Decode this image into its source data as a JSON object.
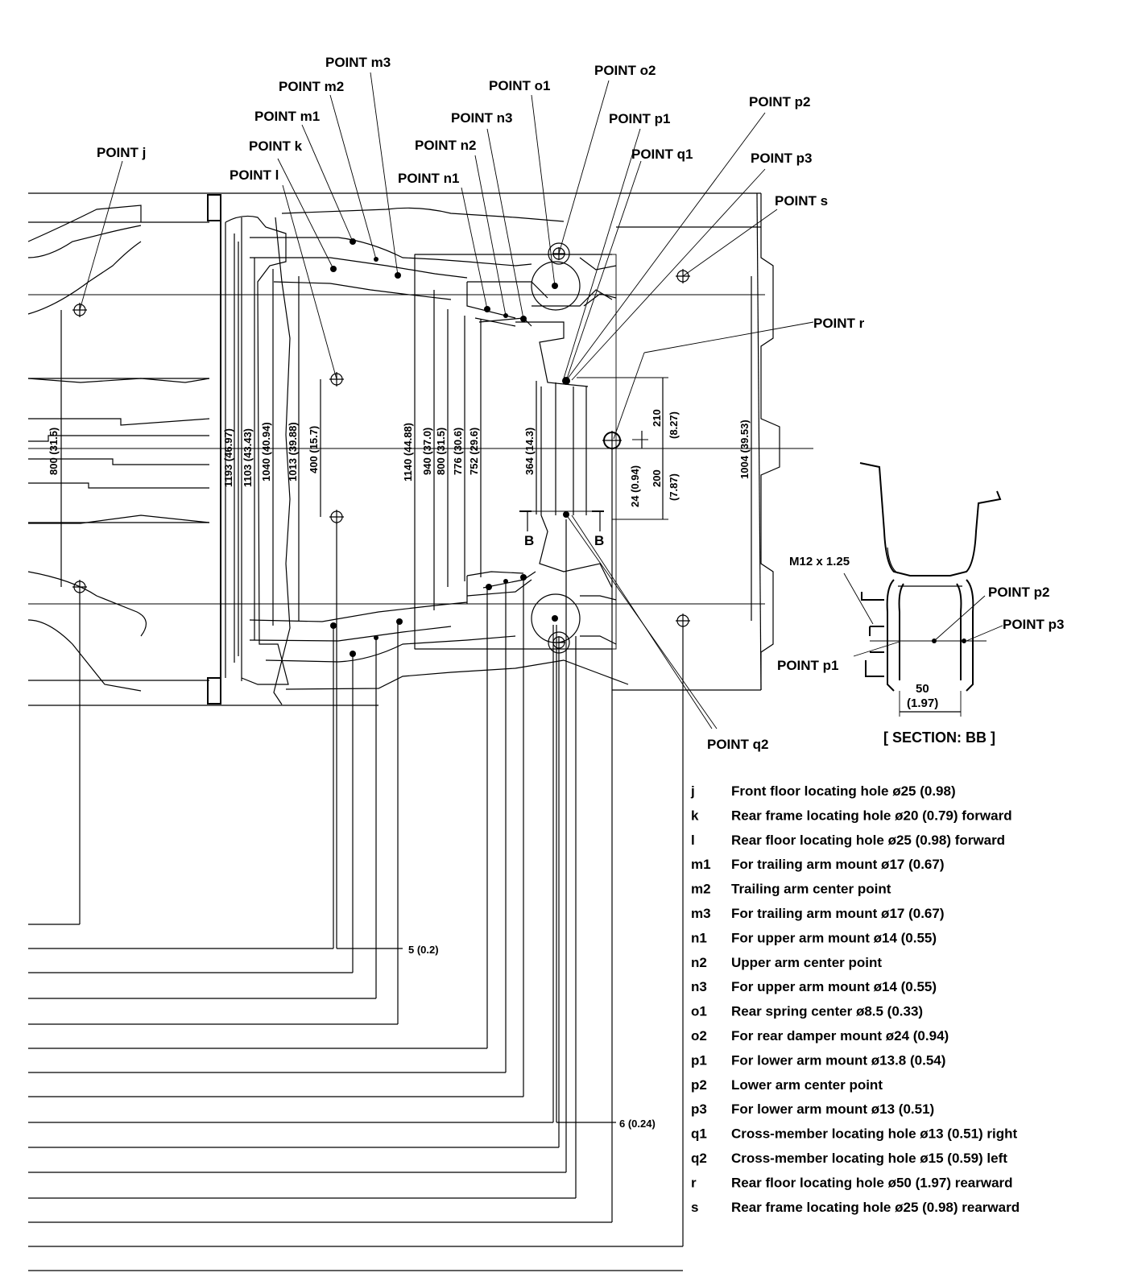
{
  "point_labels": {
    "j": "POINT j",
    "k": "POINT k",
    "l": "POINT l",
    "m1": "POINT m1",
    "m2": "POINT m2",
    "m3": "POINT m3",
    "n1": "POINT n1",
    "n2": "POINT n2",
    "n3": "POINT n3",
    "o1": "POINT o1",
    "o2": "POINT o2",
    "p1": "POINT p1",
    "p2": "POINT p2",
    "p3": "POINT p3",
    "q1": "POINT q1",
    "q2": "POINT q2",
    "r": "POINT r",
    "s": "POINT s"
  },
  "vertical_dimensions": {
    "d800_left": "800 (31.5)",
    "d1193": "1193 (46.97)",
    "d1103": "1103 (43.43)",
    "d1040": "1040 (40.94)",
    "d1013": "1013 (39.88)",
    "d400": "400 (15.7)",
    "d1140": "1140 (44.88)",
    "d940": "940 (37.0)",
    "d800": "800 (31.5)",
    "d776": "776 (30.6)",
    "d752": "752 (29.6)",
    "d364": "364 (14.3)",
    "d1004": "1004 (39.53)",
    "d210": "210",
    "d210b": "(8.27)",
    "d200": "200",
    "d200b": "(7.87)",
    "d24": "24 (0.94)"
  },
  "horizontal_dimensions": {
    "d5": "5 (0.2)",
    "d6": "6 (0.24)"
  },
  "section_marks": {
    "b_left": "B",
    "b_right": "B"
  },
  "section": {
    "thread": "M12 x 1.25",
    "p1": "POINT p1",
    "p2": "POINT p2",
    "p3": "POINT p3",
    "width_value": "50",
    "width_inch": "(1.97)",
    "title": "[ SECTION: BB ]"
  },
  "legend": [
    {
      "key": "j",
      "text": "Front floor locating hole ø25 (0.98)"
    },
    {
      "key": "k",
      "text": "Rear frame locating hole ø20 (0.79) forward"
    },
    {
      "key": "l",
      "text": "Rear floor locating hole ø25 (0.98) forward"
    },
    {
      "key": "m1",
      "text": "For trailing arm mount ø17 (0.67)"
    },
    {
      "key": "m2",
      "text": "Trailing arm center point"
    },
    {
      "key": "m3",
      "text": "For trailing arm mount ø17 (0.67)"
    },
    {
      "key": "n1",
      "text": "For upper arm mount ø14 (0.55)"
    },
    {
      "key": "n2",
      "text": "Upper arm center point"
    },
    {
      "key": "n3",
      "text": "For upper arm mount ø14 (0.55)"
    },
    {
      "key": "o1",
      "text": "Rear spring center ø8.5 (0.33)"
    },
    {
      "key": "o2",
      "text": "For rear damper mount ø24 (0.94)"
    },
    {
      "key": "p1",
      "text": "For lower arm mount ø13.8 (0.54)"
    },
    {
      "key": "p2",
      "text": "Lower arm center point"
    },
    {
      "key": "p3",
      "text": "For lower arm mount ø13 (0.51)"
    },
    {
      "key": "q1",
      "text": "Cross-member locating hole ø13 (0.51) right"
    },
    {
      "key": "q2",
      "text": "Cross-member locating hole ø15 (0.59) left"
    },
    {
      "key": "r",
      "text": "Rear floor locating hole ø50 (1.97) rearward"
    },
    {
      "key": "s",
      "text": "Rear frame locating hole ø25 (0.98) rearward"
    }
  ]
}
